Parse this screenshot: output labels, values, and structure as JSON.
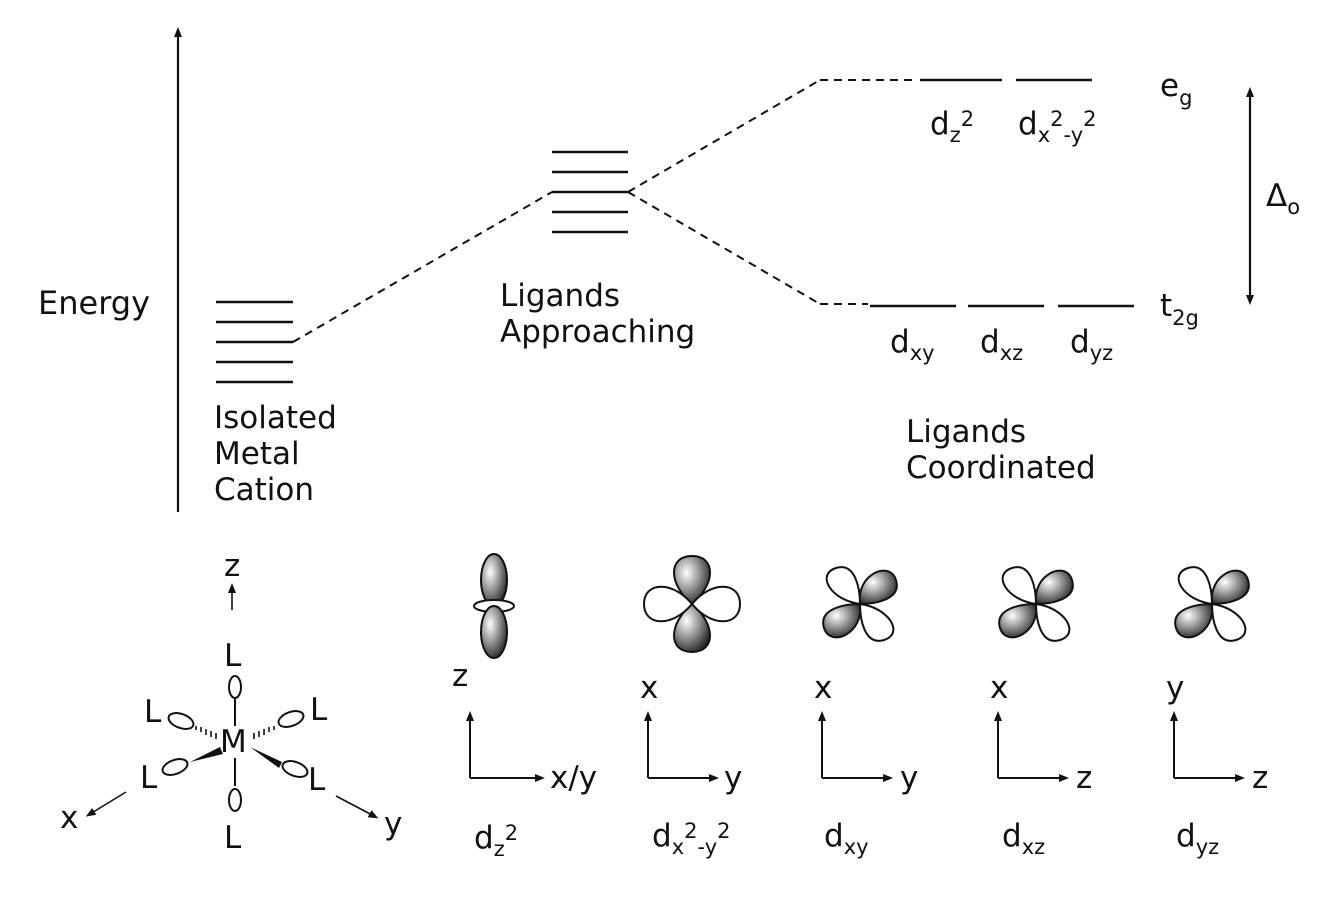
{
  "energy_diagram": {
    "axis_label": "Energy",
    "isolated": {
      "line1": "Isolated",
      "line2": "Metal",
      "line3": "Cation"
    },
    "approaching": {
      "line1": "Ligands",
      "line2": "Approaching"
    },
    "coordinated": {
      "line1": "Ligands",
      "line2": "Coordinated"
    },
    "eg": {
      "main": "e",
      "sub": "g"
    },
    "t2g": {
      "main": "t",
      "sub": "2g"
    },
    "delta": {
      "main": "Δ",
      "sub": "o"
    },
    "eg_orbitals": [
      {
        "d": "d",
        "sub": "z",
        "sup": "2"
      },
      {
        "d": "d",
        "sub": "x",
        "sup": "2",
        "sub2": "-y",
        "sup2": "2"
      }
    ],
    "t2g_orbitals": [
      {
        "d": "d",
        "sub": "xy"
      },
      {
        "d": "d",
        "sub": "xz"
      },
      {
        "d": "d",
        "sub": "yz"
      }
    ]
  },
  "octahedron": {
    "center": "M",
    "ligand": "L",
    "axis_z": "z",
    "axis_x": "x",
    "axis_y": "y"
  },
  "orbital_panels": [
    {
      "name": "dz2",
      "vertical": "z",
      "horizontal": "x/y",
      "label": {
        "d": "d",
        "sub": "z",
        "sup": "2"
      }
    },
    {
      "name": "dx2-y2",
      "vertical": "x",
      "horizontal": "y",
      "label": {
        "d": "d",
        "sub": "x",
        "sup": "2",
        "sub2": "-y",
        "sup2": "2"
      }
    },
    {
      "name": "dxy",
      "vertical": "x",
      "horizontal": "y",
      "label": {
        "d": "d",
        "sub": "xy"
      }
    },
    {
      "name": "dxz",
      "vertical": "x",
      "horizontal": "z",
      "label": {
        "d": "d",
        "sub": "xz"
      }
    },
    {
      "name": "dyz",
      "vertical": "y",
      "horizontal": "z",
      "label": {
        "d": "d",
        "sub": "yz"
      }
    }
  ]
}
